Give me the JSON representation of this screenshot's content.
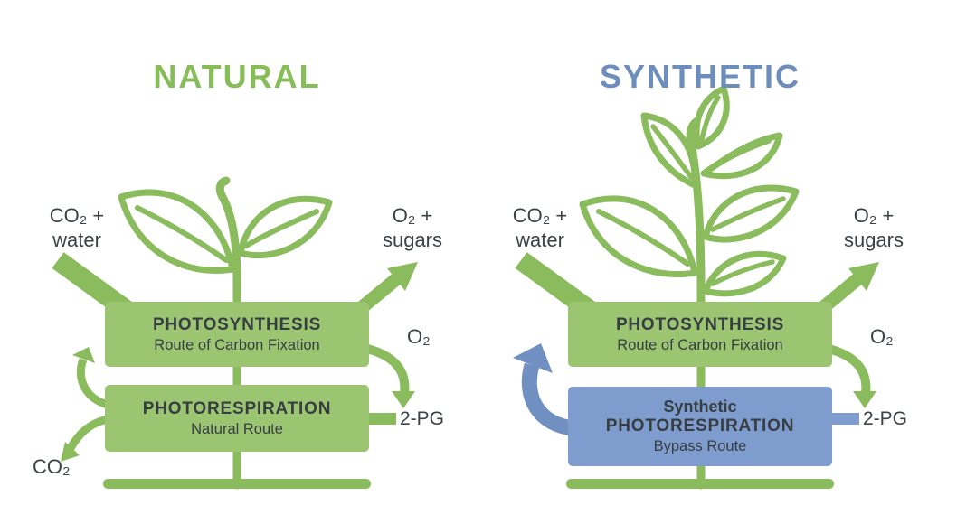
{
  "colors": {
    "green": "#8abc5e",
    "green_box": "#9cc572",
    "blue": "#7090c1",
    "blue_box": "#7f9cce",
    "text_dark": "#3c4347"
  },
  "left": {
    "title": "NATURAL",
    "input_label": {
      "line1": "CO₂ +",
      "line2": "water"
    },
    "output_label": {
      "line1": "O₂ +",
      "line2": "sugars"
    },
    "photosynthesis": {
      "title": "PHOTOSYNTHESIS",
      "subtitle": "Route of Carbon Fixation"
    },
    "photorespiration": {
      "title": "PHOTORESPIRATION",
      "subtitle": "Natural Route"
    },
    "o2_label": "O₂",
    "pg_label": "2-PG",
    "co2_label": "CO₂"
  },
  "right": {
    "title": "SYNTHETIC",
    "input_label": {
      "line1": "CO₂ +",
      "line2": "water"
    },
    "output_label": {
      "line1": "O₂ +",
      "line2": "sugars"
    },
    "photosynthesis": {
      "title": "PHOTOSYNTHESIS",
      "subtitle": "Route of Carbon Fixation"
    },
    "photorespiration": {
      "line1": "Synthetic",
      "line2": "PHOTORESPIRATION",
      "line3": "Bypass Route"
    },
    "o2_label": "O₂",
    "pg_label": "2-PG"
  }
}
